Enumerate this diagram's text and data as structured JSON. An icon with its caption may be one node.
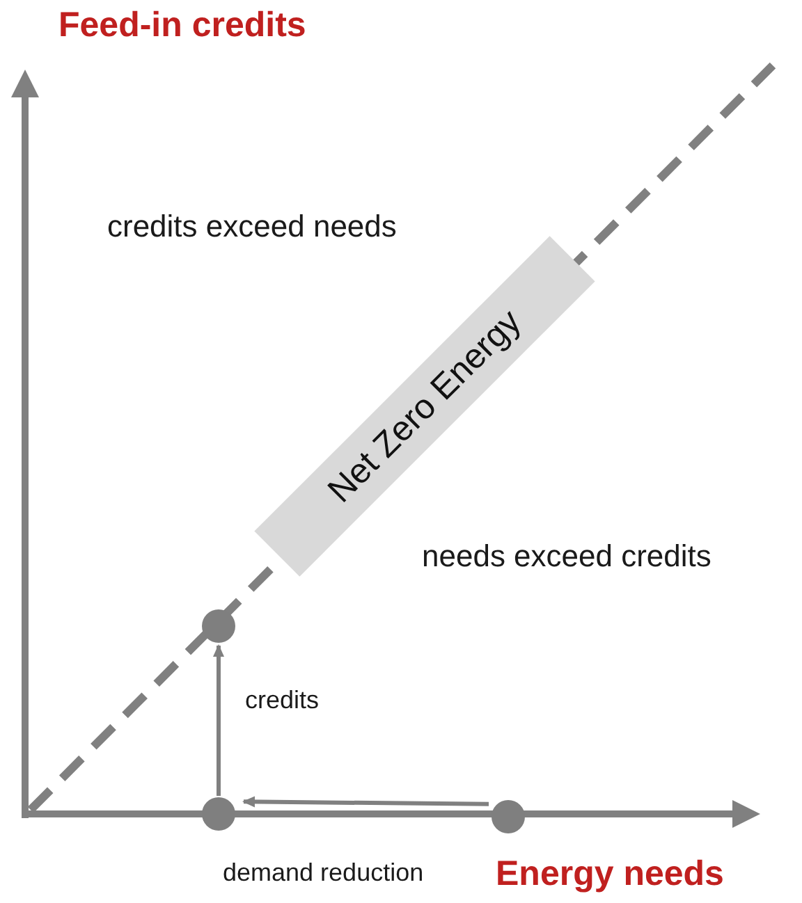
{
  "diagram": {
    "nodes": [
      {
        "text": [
          "Net Zero Energy"
        ]
      },
      {
        "text": [],
        "shape": "circle"
      },
      {
        "text": [],
        "shape": "circle"
      },
      {
        "text": [],
        "shape": "circle"
      }
    ],
    "edges": [
      {
        "from": 3,
        "to": 2,
        "arrow": "to"
      },
      {
        "from": 2,
        "to": 1,
        "arrow": "to",
        "label": "credits"
      }
    ],
    "labels": [
      "Feed-in credits",
      "credits exceed needs",
      "needs exceed credits",
      "demand reduction",
      "Energy needs"
    ]
  }
}
